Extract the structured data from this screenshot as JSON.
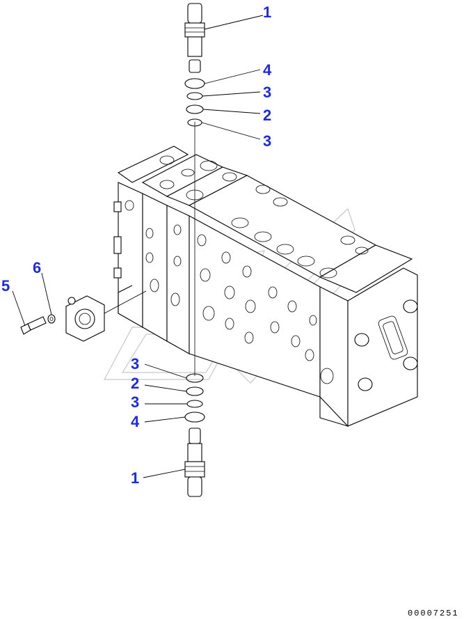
{
  "callouts": [
    {
      "id": "c1-top",
      "text": "1"
    },
    {
      "id": "c4-top",
      "text": "4"
    },
    {
      "id": "c3-top-a",
      "text": "3"
    },
    {
      "id": "c2-top",
      "text": "2"
    },
    {
      "id": "c3-top-b",
      "text": "3"
    },
    {
      "id": "c6",
      "text": "6"
    },
    {
      "id": "c5",
      "text": "5"
    },
    {
      "id": "c3-bot-a",
      "text": "3"
    },
    {
      "id": "c2-bot",
      "text": "2"
    },
    {
      "id": "c3-bot-b",
      "text": "3"
    },
    {
      "id": "c4-bot",
      "text": "4"
    },
    {
      "id": "c1-bot",
      "text": "1"
    }
  ],
  "document_number": "00007251",
  "colors": {
    "callout": "#1f2bd6",
    "line": "#000000",
    "watermark": "#c8c8c8"
  }
}
